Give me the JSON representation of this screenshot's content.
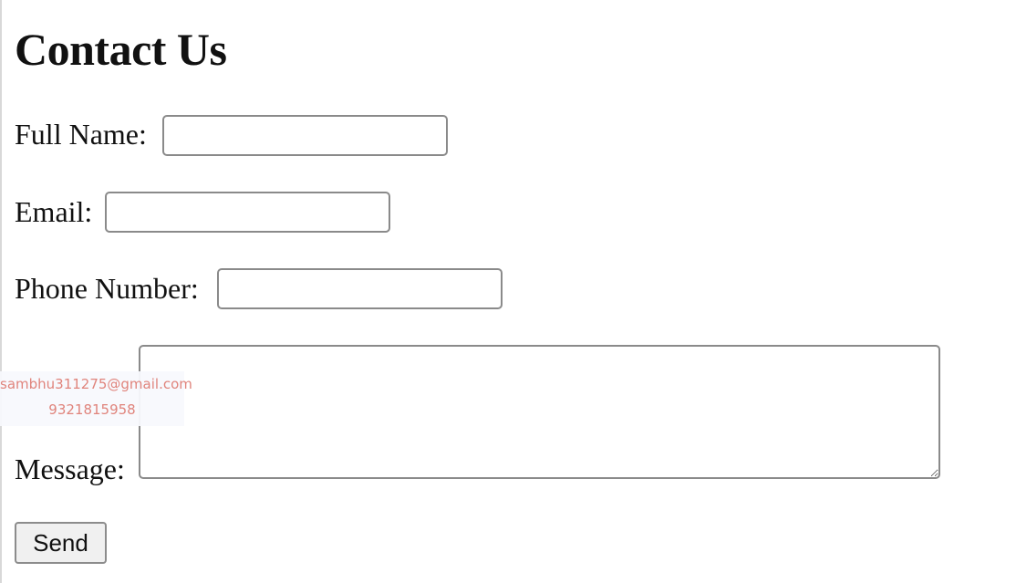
{
  "page": {
    "title": "Contact Us"
  },
  "form": {
    "full_name_label": "Full Name:",
    "email_label": "Email:",
    "phone_label": "Phone Number:",
    "message_label": "Message:",
    "full_name_value": "",
    "email_value": "",
    "phone_value": "",
    "message_value": "",
    "send_label": "Send"
  },
  "watermark": {
    "email": "sambhu311275@gmail.com",
    "phone": "9321815958"
  },
  "colors": {
    "text": "#111111",
    "input_border": "#8a8a8a",
    "button_background": "#f0f0f0",
    "watermark_text": "#e0847c"
  }
}
